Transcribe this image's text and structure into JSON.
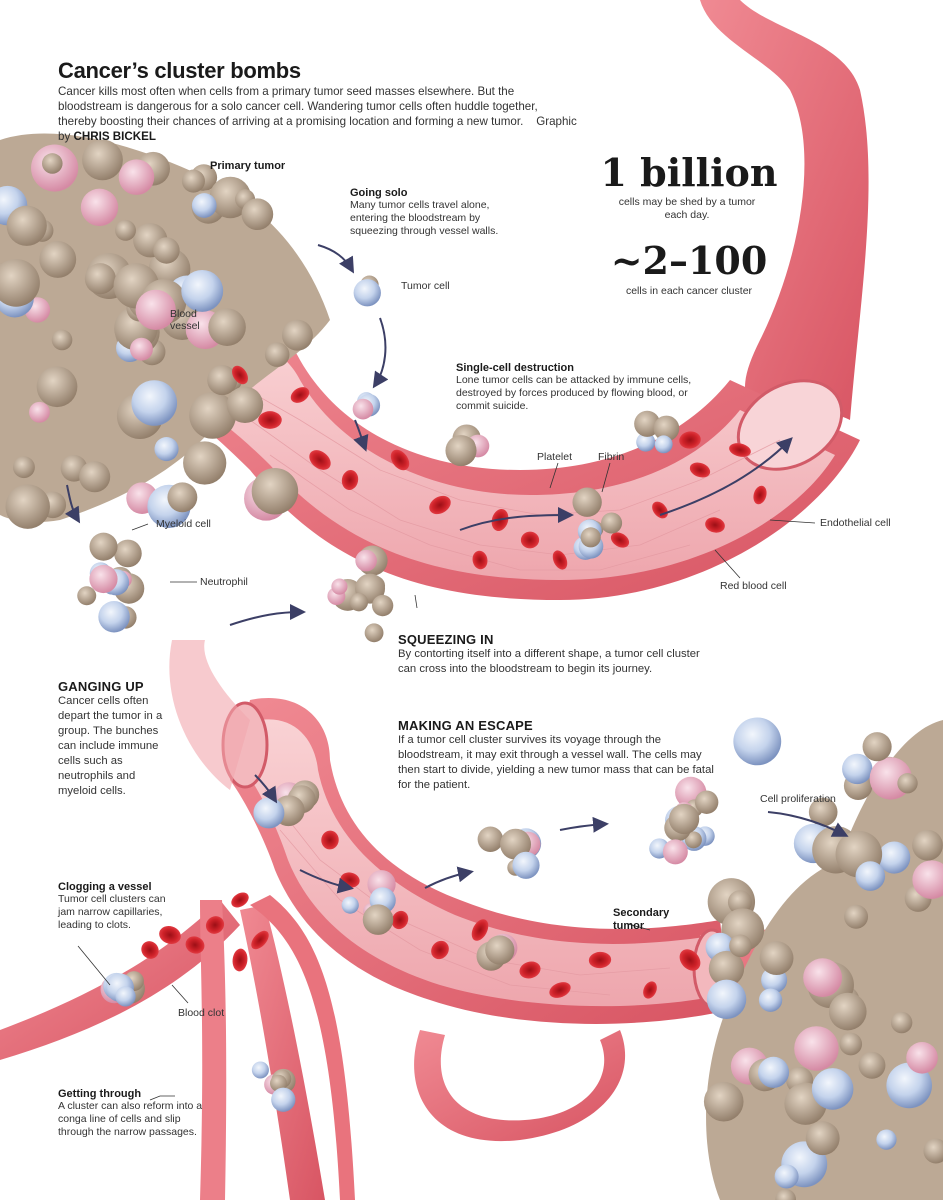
{
  "title": "Cancer’s cluster bombs",
  "intro": "Cancer kills most often when cells from a primary tumor seed masses elsewhere. But the bloodstream is dangerous for a solo cancer cell. Wandering tumor cells often huddle together, thereby boosting their chances of arriving at a promising location and forming a new tumor.",
  "credit_prefix": "Graphic by",
  "credit_name": "CHRIS BICKEL",
  "stats": {
    "big1": "1 billion",
    "cap1": "cells may be shed by a tumor each day.",
    "big2": "~2–100",
    "cap2": "cells in each cancer cluster"
  },
  "labels": {
    "primary_tumor": "Primary tumor",
    "blood_vessel": "Blood vessel",
    "tumor_cell": "Tumor cell",
    "platelet": "Platelet",
    "fibrin": "Fibrin",
    "endothelial_cell": "Endothelial cell",
    "red_blood_cell": "Red blood cell",
    "myeloid_cell": "Myeloid cell",
    "neutrophil": "Neutrophil",
    "cell_proliferation": "Cell proliferation",
    "secondary_tumor": "Secondary tumor",
    "blood_clot": "Blood clot"
  },
  "sections": {
    "going_solo": {
      "heading": "Going solo",
      "body": "Many tumor cells travel alone, entering the bloodstream by squeezing through vessel walls."
    },
    "single_cell": {
      "heading": "Single-cell destruction",
      "body": "Lone tumor cells can be attacked by immune cells, destroyed by forces produced by flowing blood, or commit suicide."
    },
    "squeezing_in": {
      "heading": "SQUEEZING IN",
      "body": "By contorting itself into a different shape, a tumor cell cluster can cross into the bloodstream to begin its journey."
    },
    "ganging_up": {
      "heading": "GANGING UP",
      "body": "Cancer cells often depart the tumor in a group. The bunches can include immune cells such as neutrophils and myeloid cells."
    },
    "making_escape": {
      "heading": "MAKING AN ESCAPE",
      "body": "If a tumor cell cluster survives its voyage through the bloodstream, it may exit through a vessel wall. The cells may then start to divide, yielding a new tumor mass that can be fatal for the patient."
    },
    "clogging": {
      "heading": "Clogging a vessel",
      "body": "Tumor cell clusters can jam narrow capillaries, leading to clots."
    },
    "getting_through": {
      "heading": "Getting through",
      "body": "A cluster can also reform into a conga line of cells and slip through the narrow passages."
    }
  },
  "colors": {
    "vessel": "#e8717c",
    "vessel_light": "#f7c3c6",
    "rbc": "#d7262d",
    "tumor": "#bfae9c",
    "immune": "#b9cbe6"
  }
}
